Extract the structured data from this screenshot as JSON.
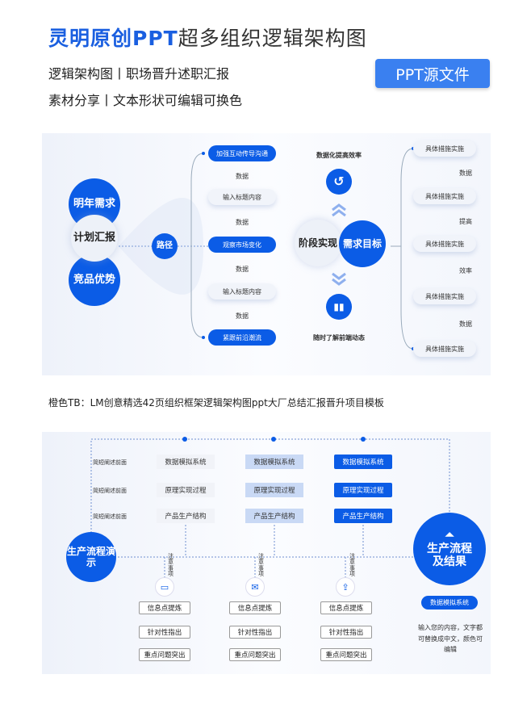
{
  "header": {
    "title_brand": "灵明原创PPT",
    "title_rest": "超多组织逻辑架构图",
    "line1": "逻辑架构图丨职场晋升述职汇报",
    "line2": "素材分享丨文本形状可编辑可换色",
    "button": "PPT源文件"
  },
  "panel1": {
    "left_circles": [
      "明年需求",
      "计划汇报",
      "竞品优势"
    ],
    "hub": "路径",
    "pills": [
      "加强互动传导沟通",
      "输入标题内容",
      "观察市场变化",
      "输入标题内容",
      "紧跟前沿潮流"
    ],
    "pill_labels": [
      "数据",
      "数据",
      "数据",
      "数据"
    ],
    "center_top": "数据化提高效率",
    "center_bottom": "随时了解前端动态",
    "stage": "阶段实现",
    "goal": "需求目标",
    "right_pills": [
      "具体措施实施",
      "具体措施实施",
      "具体措施实施",
      "具体措施实施",
      "具体措施实施"
    ],
    "right_labels": [
      "数据",
      "提高",
      "效率",
      "数据"
    ]
  },
  "caption": "橙色TB：LM创意精选42页组织框架逻辑架构图ppt大厂总结汇报晋升项目模板",
  "panel2": {
    "row_labels": [
      "简短阐述前面",
      "简短阐述前面",
      "简短阐述前面"
    ],
    "columns": [
      {
        "rows": [
          "数据模拟系统",
          "原理实现过程",
          "产品生产结构"
        ]
      },
      {
        "rows": [
          "数据模拟系统",
          "原理实现过程",
          "产品生产结构"
        ]
      },
      {
        "rows": [
          "数据模拟系统",
          "原理实现过程",
          "产品生产结构"
        ]
      }
    ],
    "start": "生产流程演示",
    "end": "生产流程及结果",
    "note": "注意事项",
    "bottom": [
      [
        "信息点提炼",
        "针对性指出",
        "重点问题突出"
      ],
      [
        "信息点提炼",
        "针对性指出",
        "重点问题突出"
      ],
      [
        "信息点提炼",
        "针对性指出",
        "重点问题突出"
      ]
    ],
    "result_pill": "数据模拟系统",
    "result_text": "输入您的内容，文字都可替换成中文，颜色可编辑"
  }
}
